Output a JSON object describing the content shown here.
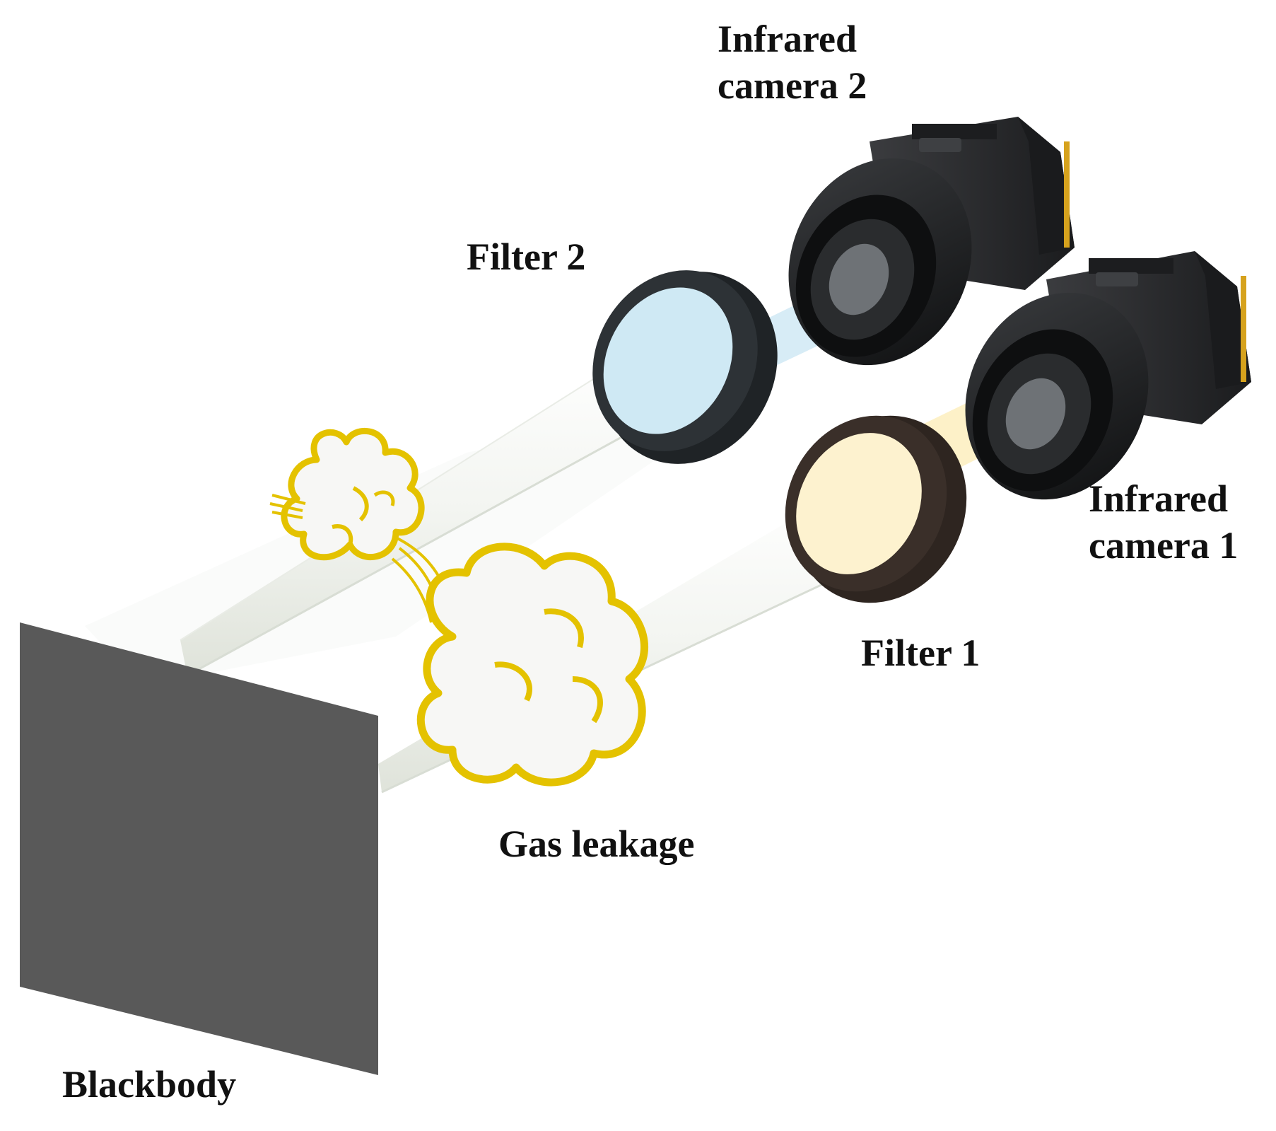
{
  "labels": {
    "camera2": [
      "Infrared",
      "camera 2"
    ],
    "camera1": [
      "Infrared",
      "camera 1"
    ],
    "filter2": "Filter 2",
    "filter1": "Filter 1",
    "gas": "Gas leakage",
    "blackbody": "Blackbody"
  },
  "colors": {
    "blackbody": "#595959",
    "beam": "#f4f6f2",
    "beam_edge": "#d8ddd4",
    "filter2_ring": "#1f2326",
    "filter2_glass": "#cfe9f4",
    "filter1_ring": "#2e2520",
    "filter1_glass": "#fdf2cf",
    "beam2_tint": "#d7ecf6",
    "beam1_tint": "#fdf1c8",
    "gas_outline": "#e4c200",
    "gas_fill": "#f7f7f5",
    "camera_body": "#2a2b2d",
    "camera_lens": "#151617",
    "camera_accent": "#d6a21d"
  },
  "icons": [
    "blackbody-panel",
    "gas-cloud-icon",
    "filter-ring-icon",
    "infrared-camera-icon"
  ]
}
